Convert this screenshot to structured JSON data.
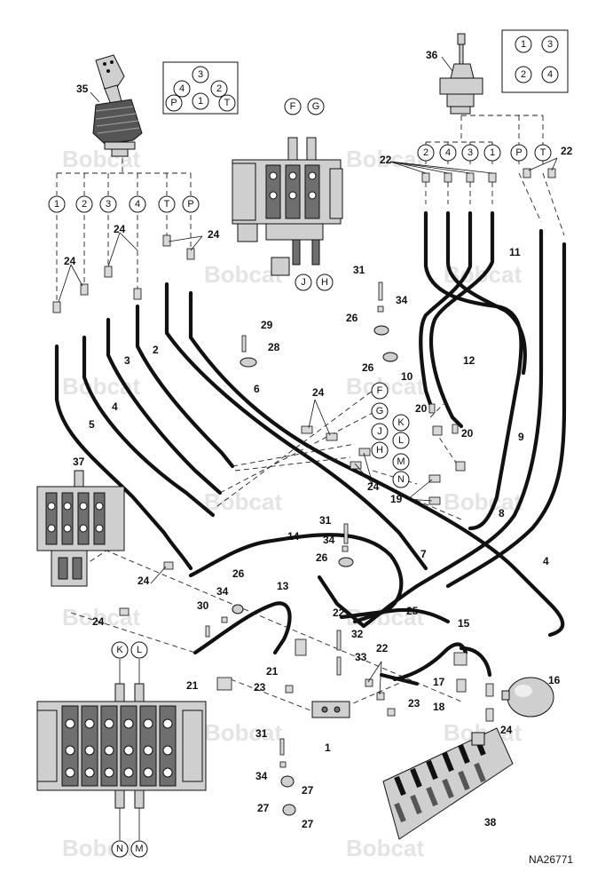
{
  "diagram": {
    "code": "NA26771",
    "watermark": "Bobcat",
    "part_numbers": [
      "1",
      "2",
      "3",
      "4",
      "5",
      "6",
      "7",
      "8",
      "9",
      "10",
      "11",
      "12",
      "13",
      "14",
      "15",
      "16",
      "17",
      "18",
      "19",
      "20",
      "21",
      "22",
      "23",
      "24",
      "25",
      "26",
      "27",
      "28",
      "29",
      "30",
      "31",
      "32",
      "33",
      "34",
      "35",
      "36",
      "37",
      "38"
    ],
    "port_letters": [
      "F",
      "G",
      "H",
      "J",
      "K",
      "L",
      "M",
      "N"
    ],
    "port_codes": [
      "1",
      "2",
      "3",
      "4",
      "P",
      "T"
    ],
    "left_pattern": [
      "3",
      "4",
      "2",
      "P",
      "1",
      "T"
    ],
    "right_pattern": [
      "1",
      "3",
      "2",
      "4"
    ]
  }
}
